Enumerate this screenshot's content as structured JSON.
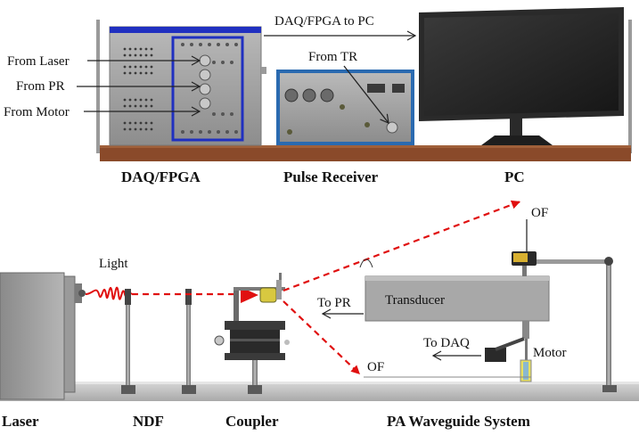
{
  "labels": {
    "from_laser": "From Laser",
    "from_pr": "From PR",
    "from_motor": "From Motor",
    "daq_to_pc": "DAQ/FPGA to PC",
    "from_tr": "From TR",
    "light": "Light",
    "of_top": "OF",
    "of_bottom": "OF",
    "transducer": "Transducer",
    "to_pr": "To PR",
    "to_daq": "To DAQ",
    "motor": "Motor"
  },
  "captions": {
    "daq": "DAQ/FPGA",
    "pulse_receiver": "Pulse Receiver",
    "pc": "PC",
    "laser": "Laser",
    "ndf": "NDF",
    "coupler": "Coupler",
    "pa_system": "PA Waveguide System"
  },
  "colors": {
    "beam": "#e01010",
    "daq_frame": "#2030c0",
    "pr_frame": "#2a6ab0",
    "shelf": "#8a4a2a"
  }
}
